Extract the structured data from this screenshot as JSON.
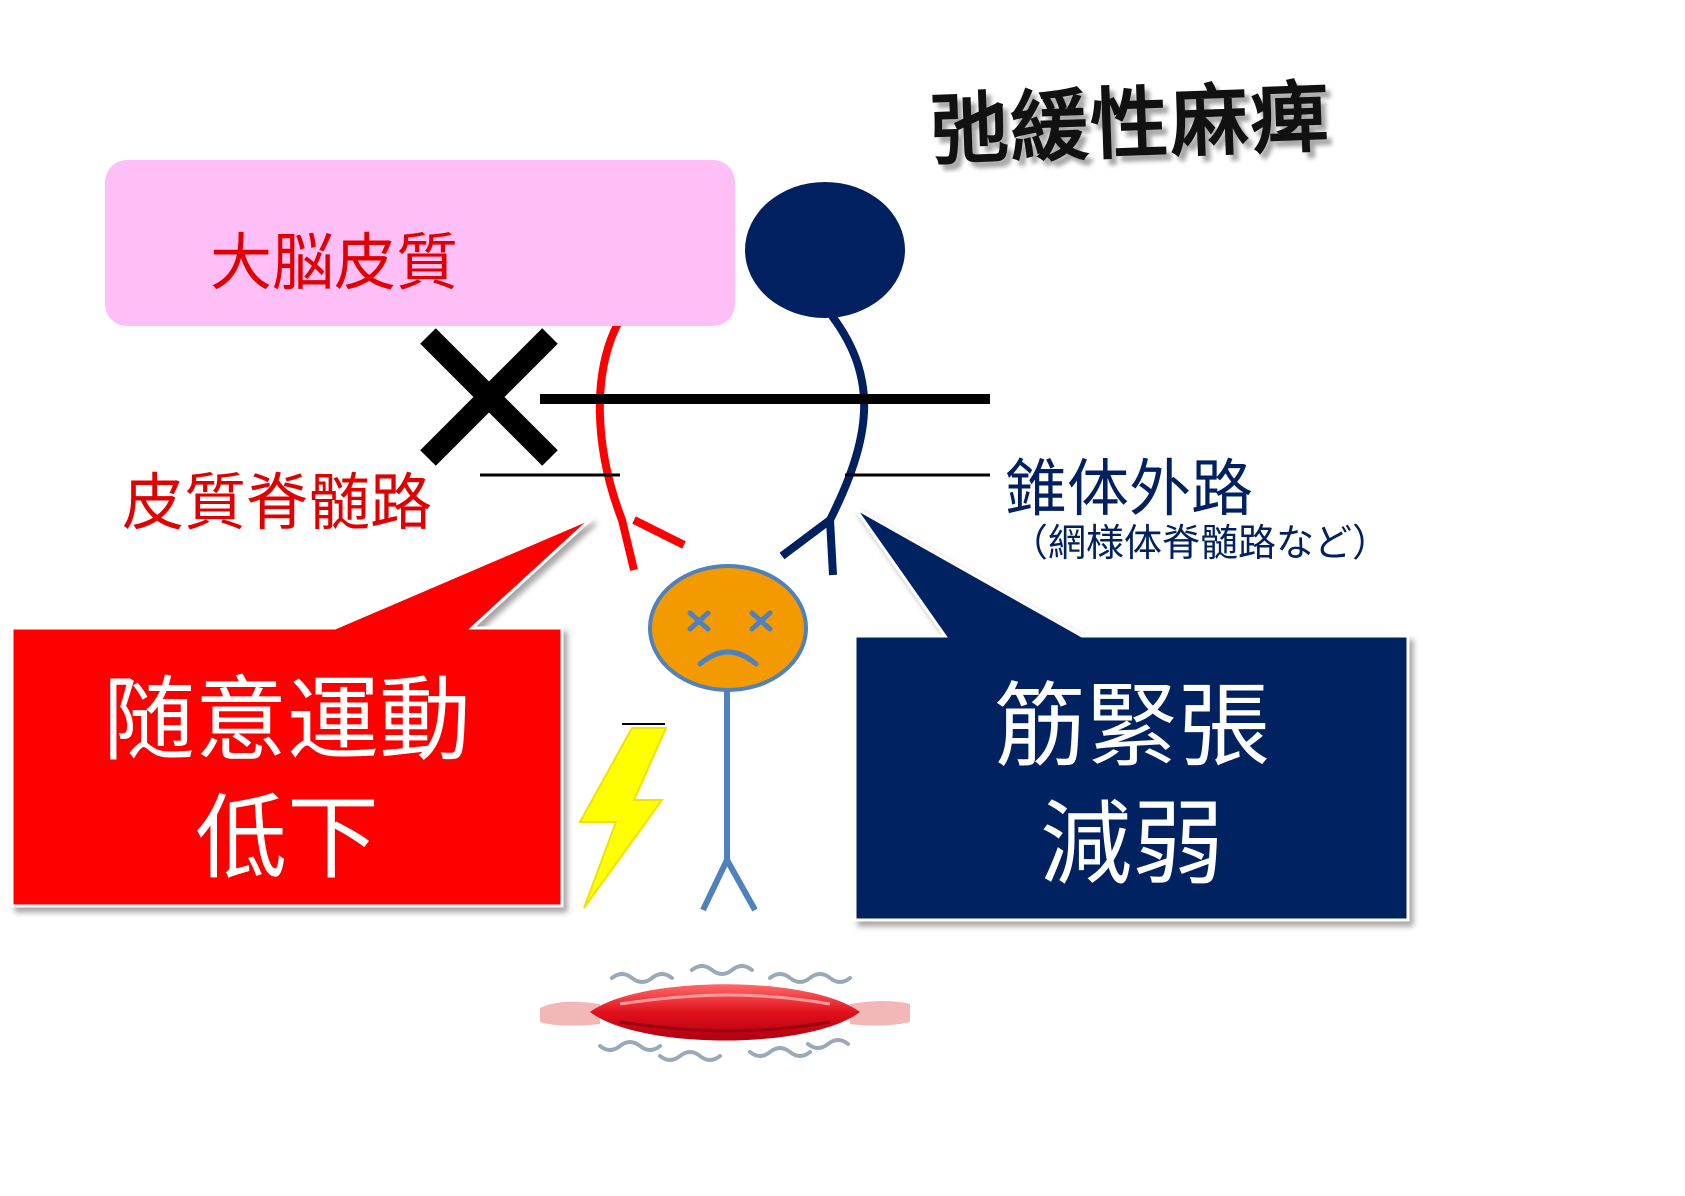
{
  "title": "弛緩性麻痺",
  "cortex_label": "大脳皮質",
  "corticospinal_label": "皮質脊髄路",
  "extrapyramidal": {
    "label": "錐体外路",
    "sublabel": "（網様体脊髄路など）"
  },
  "callout_voluntary": {
    "line1": "随意運動",
    "line2": "低下"
  },
  "callout_tone": {
    "line1": "筋緊張",
    "line2": "減弱"
  },
  "colors": {
    "red": "#ff0000",
    "navy": "#002060",
    "pink": "#fdbff6",
    "orange_face": "#f39a00",
    "figure_blue": "#4f81bd",
    "lightning": "#ffff00"
  }
}
